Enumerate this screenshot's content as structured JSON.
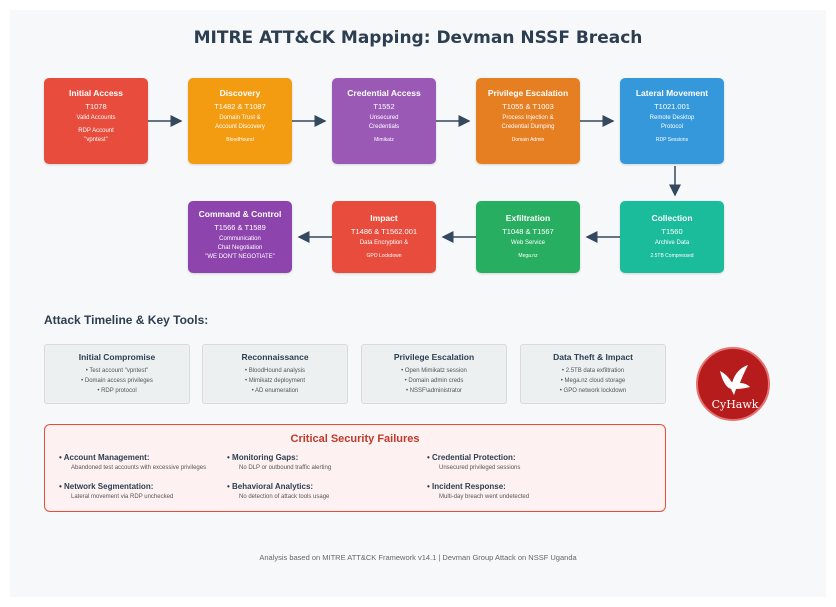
{
  "title": "MITRE ATT&CK Mapping: Devman NSSF Breach",
  "nodes": [
    {
      "title": "Initial Access",
      "code": "T1078",
      "desc": [
        "Valid Accounts",
        "RDP Account",
        "\"vpntest\""
      ],
      "tool": ""
    },
    {
      "title": "Discovery",
      "code": "T1482 & T1087",
      "desc": [
        "Domain Trust &",
        "Account Discovery"
      ],
      "tool": "BloodHound"
    },
    {
      "title": "Credential Access",
      "code": "T1552",
      "desc": [
        "Unsecured",
        "Credentials"
      ],
      "tool": "Mimikatz"
    },
    {
      "title": "Privilege Escalation",
      "code": "T1055 & T1003",
      "desc": [
        "Process Injection &",
        "Credential Dumping"
      ],
      "tool": "Domain Admin"
    },
    {
      "title": "Lateral Movement",
      "code": "T1021.001",
      "desc": [
        "Remote Desktop",
        "Protocol"
      ],
      "tool": "RDP Sessions"
    },
    {
      "title": "Collection",
      "code": "T1560",
      "desc": [
        "Archive Data"
      ],
      "tool": "2.5TB Compressed"
    },
    {
      "title": "Exfiltration",
      "code": "T1048 & T1567",
      "desc": [
        "Web Service"
      ],
      "tool": "Mega.nz"
    },
    {
      "title": "Impact",
      "code": "T1486 & T1562.001",
      "desc": [
        "Data Encryption &"
      ],
      "tool": "GPO Lockdown"
    },
    {
      "title": "Command & Control",
      "code": "T1566 & T1589",
      "desc": [
        "Communication",
        "Chat Negotiation",
        "\"WE DON'T NEGOTIATE\""
      ],
      "tool": ""
    }
  ],
  "timeline": {
    "title": "Attack Timeline & Key Tools:",
    "boxes": [
      {
        "title": "Initial Compromise",
        "items": [
          "• Test account \"vpntest\"",
          "• Domain access privileges",
          "• RDP protocol"
        ]
      },
      {
        "title": "Reconnaissance",
        "items": [
          "• BloodHound analysis",
          "• Mimikatz deployment",
          "• AD enumeration"
        ]
      },
      {
        "title": "Privilege Escalation",
        "items": [
          "• Open Mimikatz session",
          "• Domain admin creds",
          "• NSSF\\administrator"
        ]
      },
      {
        "title": "Data Theft & Impact",
        "items": [
          "• 2.5TB data exfiltration",
          "• Mega.nz cloud storage",
          "• GPO network lockdown"
        ]
      }
    ]
  },
  "failures": {
    "title": "Critical Security Failures",
    "items": [
      {
        "heading": "• Account Management:",
        "detail": "Abandoned test accounts with excessive privileges"
      },
      {
        "heading": "• Monitoring Gaps:",
        "detail": "No DLP or outbound traffic alerting"
      },
      {
        "heading": "• Credential Protection:",
        "detail": "Unsecured privileged sessions"
      },
      {
        "heading": "• Network Segmentation:",
        "detail": "Lateral movement via RDP unchecked"
      },
      {
        "heading": "• Behavioral Analytics:",
        "detail": "No detection of attack tools usage"
      },
      {
        "heading": "• Incident Response:",
        "detail": "Multi-day breach went undetected"
      }
    ]
  },
  "logo": {
    "text": "CyHawk",
    "color": "#b71c1c"
  },
  "footer": "Analysis based on MITRE ATT&CK Framework v14.1 | Devman Group Attack on NSSF Uganda"
}
